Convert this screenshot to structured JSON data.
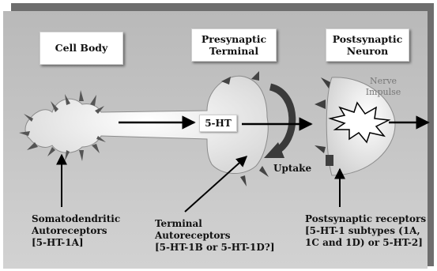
{
  "labels": {
    "cell_body": "Cell Body",
    "presynaptic": [
      "Presynaptic",
      "Terminal"
    ],
    "postsynaptic": [
      "Postsynaptic",
      "Neuron"
    ],
    "nerve_impulse": [
      "Nerve",
      "Impulse"
    ],
    "transmitter": "5-HT",
    "uptake": "Uptake"
  },
  "captions": {
    "somatodendritic": [
      "Somatodendritic",
      "Autoreceptors",
      "[5-HT-1A]"
    ],
    "terminal": [
      "Terminal",
      "Autoreceptors",
      "[5-HT-1B or 5-HT-1D?]"
    ],
    "postsynaptic": [
      "Postsynaptic receptors",
      "[5-HT-1 subtypes (1A,",
      "1C and 1D) or 5-HT-2]"
    ]
  },
  "colors": {
    "background": "#c8c8c8",
    "neuron": "#f2f2f2",
    "receptor": "#4a4a4a",
    "arrow": "#000000"
  }
}
